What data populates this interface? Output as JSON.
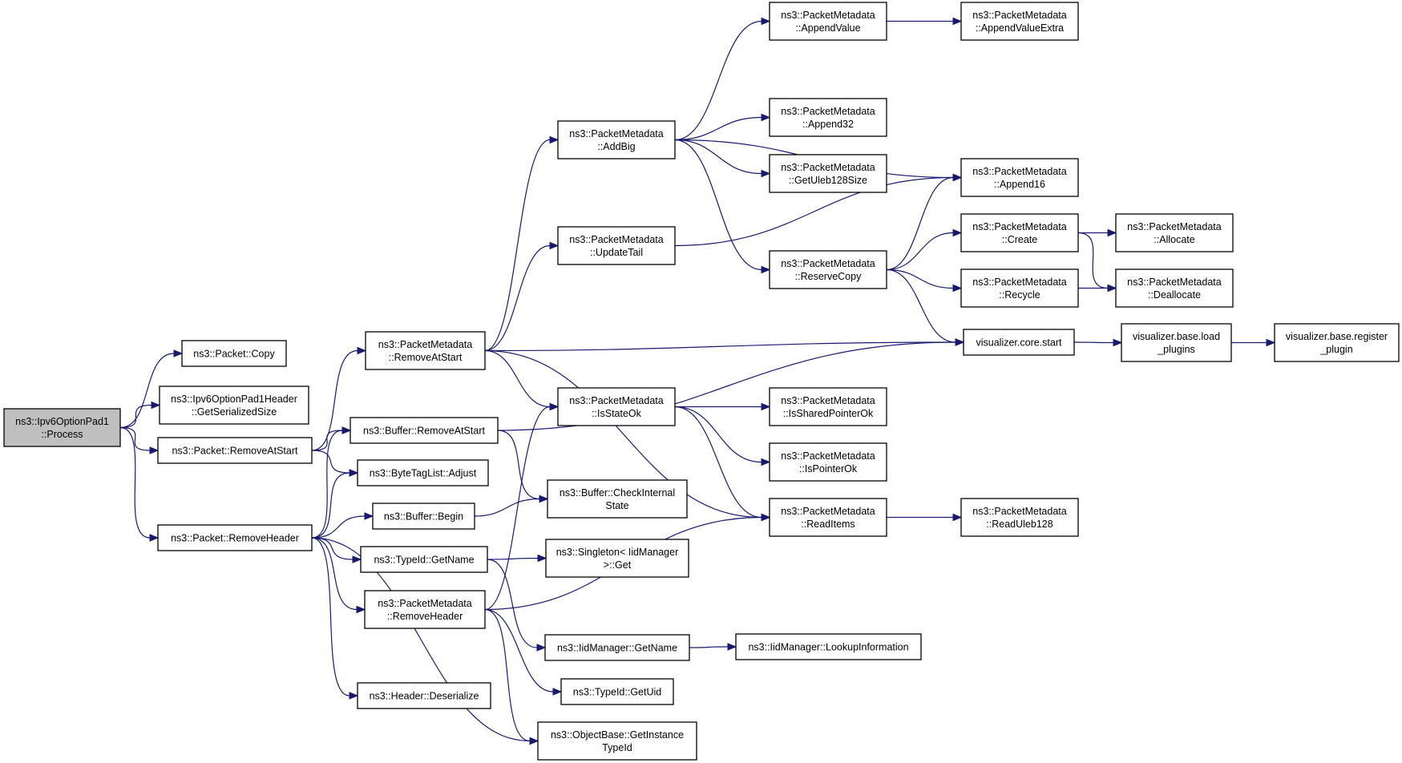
{
  "graph": {
    "nodes": [
      {
        "id": "root",
        "lines": [
          "ns3::Ipv6OptionPad1",
          "::Process"
        ],
        "highlight": true
      },
      {
        "id": "packet_copy",
        "lines": [
          "ns3::Packet::Copy"
        ]
      },
      {
        "id": "pad1hdr_size",
        "lines": [
          "ns3::Ipv6OptionPad1Header",
          "::GetSerializedSize"
        ]
      },
      {
        "id": "packet_removeatstart",
        "lines": [
          "ns3::Packet::RemoveAtStart"
        ]
      },
      {
        "id": "packet_removeheader",
        "lines": [
          "ns3::Packet::RemoveHeader"
        ]
      },
      {
        "id": "pm_removeatstart",
        "lines": [
          "ns3::PacketMetadata",
          "::RemoveAtStart"
        ]
      },
      {
        "id": "buffer_removeatstart",
        "lines": [
          "ns3::Buffer::RemoveAtStart"
        ]
      },
      {
        "id": "bytetag_adjust",
        "lines": [
          "ns3::ByteTagList::Adjust"
        ]
      },
      {
        "id": "buffer_begin",
        "lines": [
          "ns3::Buffer::Begin"
        ]
      },
      {
        "id": "typeid_getname",
        "lines": [
          "ns3::TypeId::GetName"
        ]
      },
      {
        "id": "pm_removeheader",
        "lines": [
          "ns3::PacketMetadata",
          "::RemoveHeader"
        ]
      },
      {
        "id": "header_deserialize",
        "lines": [
          "ns3::Header::Deserialize"
        ]
      },
      {
        "id": "pm_addbig",
        "lines": [
          "ns3::PacketMetadata",
          "::AddBig"
        ]
      },
      {
        "id": "pm_updatetail",
        "lines": [
          "ns3::PacketMetadata",
          "::UpdateTail"
        ]
      },
      {
        "id": "pm_isstateok",
        "lines": [
          "ns3::PacketMetadata",
          "::IsStateOk"
        ]
      },
      {
        "id": "buffer_checkinternal",
        "lines": [
          "ns3::Buffer::CheckInternal",
          "State"
        ]
      },
      {
        "id": "singleton_get",
        "lines": [
          "ns3::Singleton< IidManager",
          " >::Get"
        ]
      },
      {
        "id": "iid_getname",
        "lines": [
          "ns3::IidManager::GetName"
        ]
      },
      {
        "id": "typeid_getuid",
        "lines": [
          "ns3::TypeId::GetUid"
        ]
      },
      {
        "id": "objectbase_getinstance",
        "lines": [
          "ns3::ObjectBase::GetInstance",
          "TypeId"
        ]
      },
      {
        "id": "pm_appendvalue",
        "lines": [
          "ns3::PacketMetadata",
          "::AppendValue"
        ]
      },
      {
        "id": "pm_append32",
        "lines": [
          "ns3::PacketMetadata",
          "::Append32"
        ]
      },
      {
        "id": "pm_getuleb",
        "lines": [
          "ns3::PacketMetadata",
          "::GetUleb128Size"
        ]
      },
      {
        "id": "pm_reservecopy",
        "lines": [
          "ns3::PacketMetadata",
          "::ReserveCopy"
        ]
      },
      {
        "id": "pm_issharedpointerok",
        "lines": [
          "ns3::PacketMetadata",
          "::IsSharedPointerOk"
        ]
      },
      {
        "id": "pm_ispointerok",
        "lines": [
          "ns3::PacketMetadata",
          "::IsPointerOk"
        ]
      },
      {
        "id": "pm_readitems",
        "lines": [
          "ns3::PacketMetadata",
          "::ReadItems"
        ]
      },
      {
        "id": "iid_lookup",
        "lines": [
          "ns3::IidManager::LookupInformation"
        ]
      },
      {
        "id": "pm_appendvalueextra",
        "lines": [
          "ns3::PacketMetadata",
          "::AppendValueExtra"
        ]
      },
      {
        "id": "pm_append16",
        "lines": [
          "ns3::PacketMetadata",
          "::Append16"
        ]
      },
      {
        "id": "pm_create",
        "lines": [
          "ns3::PacketMetadata",
          "::Create"
        ]
      },
      {
        "id": "pm_recycle",
        "lines": [
          "ns3::PacketMetadata",
          "::Recycle"
        ]
      },
      {
        "id": "vis_core_start",
        "lines": [
          "visualizer.core.start"
        ]
      },
      {
        "id": "pm_readuleb",
        "lines": [
          "ns3::PacketMetadata",
          "::ReadUleb128"
        ]
      },
      {
        "id": "pm_allocate",
        "lines": [
          "ns3::PacketMetadata",
          "::Allocate"
        ]
      },
      {
        "id": "pm_deallocate",
        "lines": [
          "ns3::PacketMetadata",
          "::Deallocate"
        ]
      },
      {
        "id": "vis_load_plugins",
        "lines": [
          "visualizer.base.load",
          "_plugins"
        ]
      },
      {
        "id": "vis_register_plugin",
        "lines": [
          "visualizer.base.register",
          "_plugin"
        ]
      }
    ],
    "edges": [
      [
        "root",
        "packet_copy"
      ],
      [
        "root",
        "pad1hdr_size"
      ],
      [
        "root",
        "packet_removeatstart"
      ],
      [
        "root",
        "packet_removeheader"
      ],
      [
        "packet_removeatstart",
        "pm_removeatstart"
      ],
      [
        "packet_removeatstart",
        "buffer_removeatstart"
      ],
      [
        "packet_removeatstart",
        "bytetag_adjust"
      ],
      [
        "packet_removeheader",
        "buffer_removeatstart"
      ],
      [
        "packet_removeheader",
        "bytetag_adjust"
      ],
      [
        "packet_removeheader",
        "buffer_begin"
      ],
      [
        "packet_removeheader",
        "typeid_getname"
      ],
      [
        "packet_removeheader",
        "pm_removeheader"
      ],
      [
        "packet_removeheader",
        "header_deserialize"
      ],
      [
        "packet_removeheader",
        "objectbase_getinstance"
      ],
      [
        "pm_removeatstart",
        "pm_addbig"
      ],
      [
        "pm_removeatstart",
        "pm_updatetail"
      ],
      [
        "pm_removeatstart",
        "pm_isstateok"
      ],
      [
        "pm_removeatstart",
        "pm_readitems"
      ],
      [
        "pm_removeatstart",
        "vis_core_start"
      ],
      [
        "buffer_removeatstart",
        "buffer_checkinternal"
      ],
      [
        "buffer_removeatstart",
        "vis_core_start"
      ],
      [
        "buffer_begin",
        "buffer_checkinternal"
      ],
      [
        "typeid_getname",
        "singleton_get"
      ],
      [
        "typeid_getname",
        "iid_getname"
      ],
      [
        "pm_removeheader",
        "pm_isstateok"
      ],
      [
        "pm_removeheader",
        "pm_readitems"
      ],
      [
        "pm_removeheader",
        "typeid_getuid"
      ],
      [
        "pm_removeheader",
        "objectbase_getinstance"
      ],
      [
        "iid_getname",
        "iid_lookup"
      ],
      [
        "pm_addbig",
        "pm_appendvalue"
      ],
      [
        "pm_addbig",
        "pm_append16"
      ],
      [
        "pm_addbig",
        "pm_append32"
      ],
      [
        "pm_addbig",
        "pm_getuleb"
      ],
      [
        "pm_addbig",
        "pm_reservecopy"
      ],
      [
        "pm_updatetail",
        "pm_append16"
      ],
      [
        "pm_isstateok",
        "pm_issharedpointerok"
      ],
      [
        "pm_isstateok",
        "pm_ispointerok"
      ],
      [
        "pm_isstateok",
        "pm_readitems"
      ],
      [
        "pm_appendvalue",
        "pm_appendvalueextra"
      ],
      [
        "pm_reservecopy",
        "pm_append16"
      ],
      [
        "pm_reservecopy",
        "pm_create"
      ],
      [
        "pm_reservecopy",
        "pm_recycle"
      ],
      [
        "pm_reservecopy",
        "vis_core_start"
      ],
      [
        "pm_readitems",
        "pm_readuleb"
      ],
      [
        "pm_create",
        "pm_allocate"
      ],
      [
        "pm_create",
        "pm_deallocate"
      ],
      [
        "pm_recycle",
        "pm_deallocate"
      ],
      [
        "vis_core_start",
        "vis_load_plugins"
      ],
      [
        "vis_load_plugins",
        "vis_register_plugin"
      ]
    ]
  }
}
